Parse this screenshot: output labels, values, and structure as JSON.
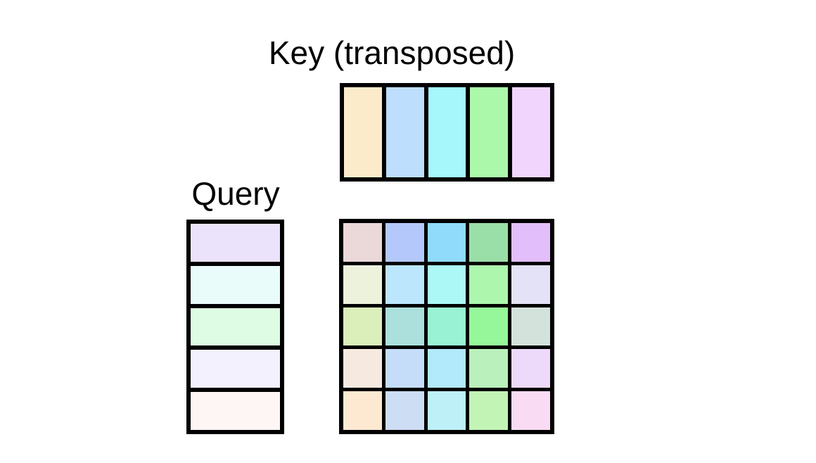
{
  "labels": {
    "key_title": "Key (transposed)",
    "query_title": "Query"
  },
  "colors": {
    "background": "#ffffff",
    "grid_line": "#000000",
    "text": "#000000"
  },
  "chart_data": {
    "type": "heatmap",
    "title": "Key (transposed)",
    "xlabel": "",
    "ylabel": "",
    "grid": true,
    "legend": "none",
    "key_transposed": {
      "label": "Key (transposed)",
      "rows": 1,
      "cols": 5,
      "cells": [
        [
          {
            "name": "key-col-1",
            "color": "#fcebcb"
          },
          {
            "name": "key-col-2",
            "color": "#bddefc"
          },
          {
            "name": "key-col-3",
            "color": "#a6f7fc"
          },
          {
            "name": "key-col-4",
            "color": "#abf8ab"
          },
          {
            "name": "key-col-5",
            "color": "#f2d5fc"
          }
        ]
      ]
    },
    "query": {
      "label": "Query",
      "rows": 5,
      "cols": 1,
      "cells": [
        [
          {
            "name": "query-row-1",
            "color": "#ebe3fb"
          }
        ],
        [
          {
            "name": "query-row-2",
            "color": "#e9fcfa"
          }
        ],
        [
          {
            "name": "query-row-3",
            "color": "#defbe3"
          }
        ],
        [
          {
            "name": "query-row-4",
            "color": "#f4f1fe"
          }
        ],
        [
          {
            "name": "query-row-5",
            "color": "#fef5f5"
          }
        ]
      ]
    },
    "product": {
      "label": "",
      "rows": 5,
      "cols": 5,
      "cells": [
        [
          {
            "name": "product-r1c1",
            "color": "#ebd8d8"
          },
          {
            "name": "product-r1c2",
            "color": "#b5c8fb"
          },
          {
            "name": "product-r1c3",
            "color": "#90dbfb"
          },
          {
            "name": "product-r1c4",
            "color": "#9bdfa8"
          },
          {
            "name": "product-r1c5",
            "color": "#e2befb"
          }
        ],
        [
          {
            "name": "product-r2c1",
            "color": "#edf2dc"
          },
          {
            "name": "product-r2c2",
            "color": "#bce6fb"
          },
          {
            "name": "product-r2c3",
            "color": "#acf8f7"
          },
          {
            "name": "product-r2c4",
            "color": "#acf6ae"
          },
          {
            "name": "product-r2c5",
            "color": "#e4e2f6"
          }
        ],
        [
          {
            "name": "product-r3c1",
            "color": "#daefba"
          },
          {
            "name": "product-r3c2",
            "color": "#abe0dc"
          },
          {
            "name": "product-r3c3",
            "color": "#99f2d4"
          },
          {
            "name": "product-r3c4",
            "color": "#95f79a"
          },
          {
            "name": "product-r3c5",
            "color": "#d4e2dc"
          }
        ],
        [
          {
            "name": "product-r4c1",
            "color": "#f6e9e0"
          },
          {
            "name": "product-r4c2",
            "color": "#c6ddfa"
          },
          {
            "name": "product-r4c3",
            "color": "#b2e9fb"
          },
          {
            "name": "product-r4c4",
            "color": "#baf0bc"
          },
          {
            "name": "product-r4c5",
            "color": "#edd9fa"
          }
        ],
        [
          {
            "name": "product-r5c1",
            "color": "#fde8d2"
          },
          {
            "name": "product-r5c2",
            "color": "#cdddf4"
          },
          {
            "name": "product-r5c3",
            "color": "#bdf0f7"
          },
          {
            "name": "product-r5c4",
            "color": "#c2f4b6"
          },
          {
            "name": "product-r5c5",
            "color": "#f9dbf4"
          }
        ]
      ]
    }
  }
}
